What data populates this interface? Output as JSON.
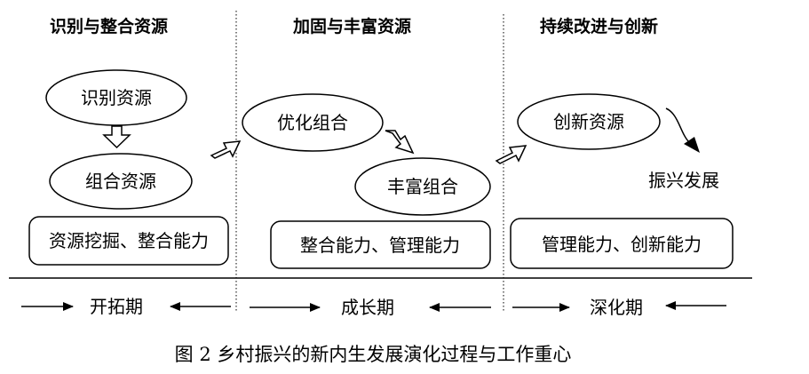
{
  "headers": [
    "识别与整合资源",
    "加固与丰富资源",
    "持续改进与创新"
  ],
  "nodes": {
    "identify": "识别资源",
    "combine": "组合资源",
    "optimize": "优化组合",
    "enrich": "丰富组合",
    "innovate": "创新资源",
    "revitalize": "振兴发展"
  },
  "capabilities": [
    "资源挖掘、整合能力",
    "整合能力、管理能力",
    "管理能力、创新能力"
  ],
  "periods": [
    "开拓期",
    "成长期",
    "深化期"
  ],
  "caption": "图 2  乡村振兴的新内生发展演化过程与工作重心"
}
